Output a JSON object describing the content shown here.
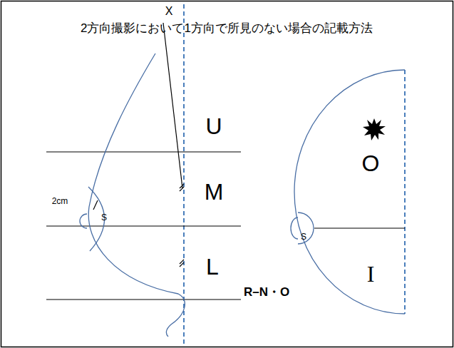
{
  "diagram": {
    "title": "2方向撮影において1方向で所見のない場合の記載方法",
    "labels": [
      "X",
      "U",
      "2cm",
      "M",
      "S",
      "L",
      "R–N・O",
      "O",
      "S",
      "I"
    ]
  }
}
